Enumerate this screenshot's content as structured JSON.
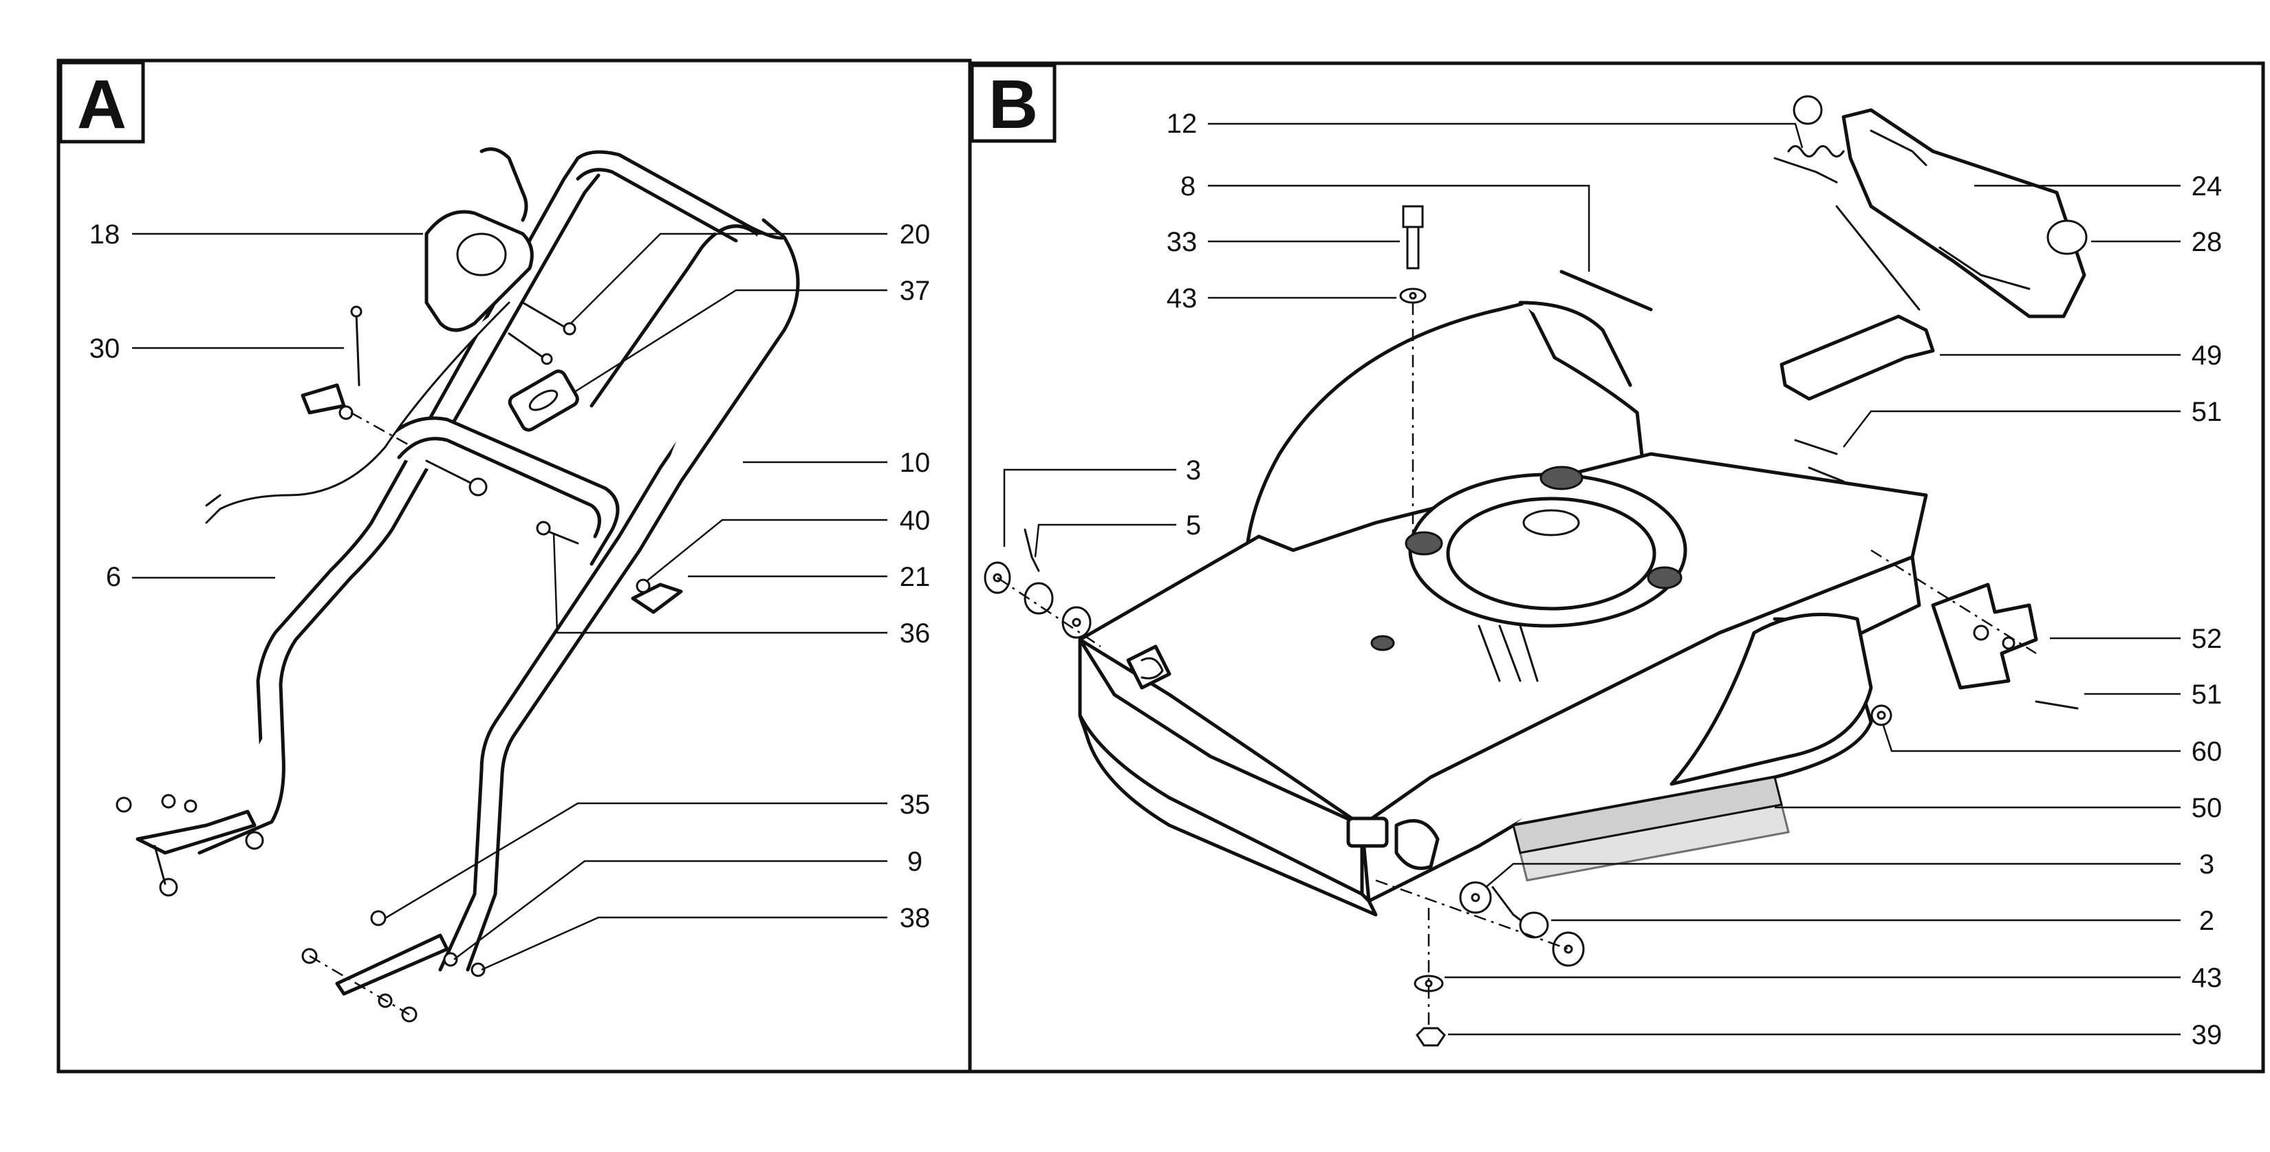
{
  "panels": [
    {
      "id": "A",
      "label": "A"
    },
    {
      "id": "B",
      "label": "B"
    }
  ],
  "callouts_a": [
    {
      "label": "18",
      "side": "left"
    },
    {
      "label": "30",
      "side": "left"
    },
    {
      "label": "6",
      "side": "left"
    },
    {
      "label": "20",
      "side": "right"
    },
    {
      "label": "37",
      "side": "right"
    },
    {
      "label": "10",
      "side": "right"
    },
    {
      "label": "40",
      "side": "right"
    },
    {
      "label": "21",
      "side": "right"
    },
    {
      "label": "36",
      "side": "right"
    },
    {
      "label": "35",
      "side": "right"
    },
    {
      "label": "9",
      "side": "right"
    },
    {
      "label": "38",
      "side": "right"
    }
  ],
  "callouts_b": [
    {
      "label": "12",
      "side": "left"
    },
    {
      "label": "8",
      "side": "left"
    },
    {
      "label": "33",
      "side": "left"
    },
    {
      "label": "43",
      "side": "left"
    },
    {
      "label": "3",
      "side": "left"
    },
    {
      "label": "5",
      "side": "left"
    },
    {
      "label": "24",
      "side": "right"
    },
    {
      "label": "28",
      "side": "right"
    },
    {
      "label": "49",
      "side": "right"
    },
    {
      "label": "51",
      "side": "right"
    },
    {
      "label": "52",
      "side": "right"
    },
    {
      "label": "51",
      "side": "right"
    },
    {
      "label": "60",
      "side": "right"
    },
    {
      "label": "50",
      "side": "right"
    },
    {
      "label": "3",
      "side": "right"
    },
    {
      "label": "2",
      "side": "right"
    },
    {
      "label": "43",
      "side": "right"
    },
    {
      "label": "39",
      "side": "right"
    }
  ]
}
